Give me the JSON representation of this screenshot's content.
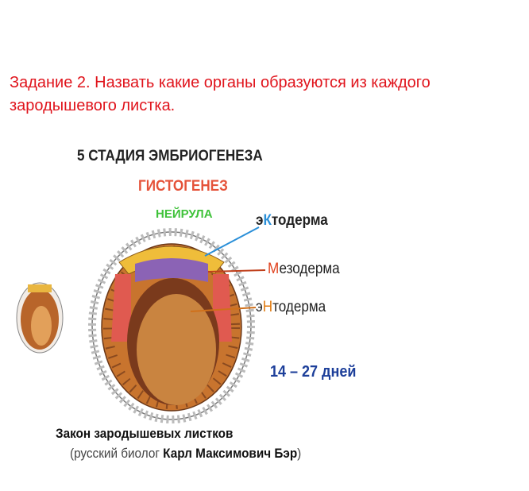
{
  "task": "Задание 2. Назвать какие органы образуются из каждого зародышевого листка.",
  "diagram": {
    "stage_title": "5 СТАДИЯ ЭМБРИОГЕНЕЗА",
    "histogenesis": "ГИСТОГЕНЕЗ",
    "neurula": "НЕЙРУЛА",
    "layers": {
      "ectoderm": {
        "prefix": "э",
        "accent": "К",
        "rest": "тодерма",
        "accent_color": "#2a8fd8"
      },
      "mesoderm": {
        "prefix": "",
        "accent": "М",
        "rest": "езодерма",
        "accent_color": "#e0401c"
      },
      "entoderm": {
        "prefix": "э",
        "accent": "Н",
        "rest": "тодерма",
        "accent_color": "#e07a10"
      }
    },
    "duration": "14 – 27 дней",
    "law": "Закон зародышевых листков",
    "scientist_prefix": "(русский биолог ",
    "scientist_name": "Карл Максимович  Бэр",
    "scientist_suffix": ")"
  }
}
